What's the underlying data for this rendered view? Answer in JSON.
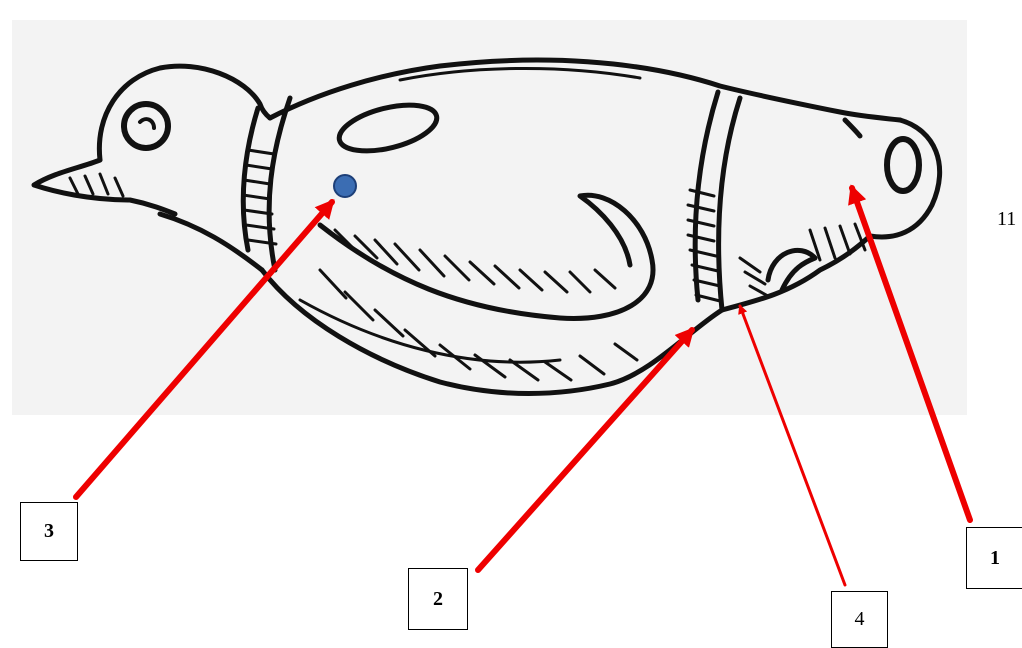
{
  "page_number": "11",
  "labels": {
    "l1": "1",
    "l2": "2",
    "l3": "3",
    "l4": "4"
  },
  "colors": {
    "arrow": "#ee0000",
    "dot": "#3b6db3",
    "ink": "#111111",
    "shadow_bg": "#f3f3f3"
  }
}
